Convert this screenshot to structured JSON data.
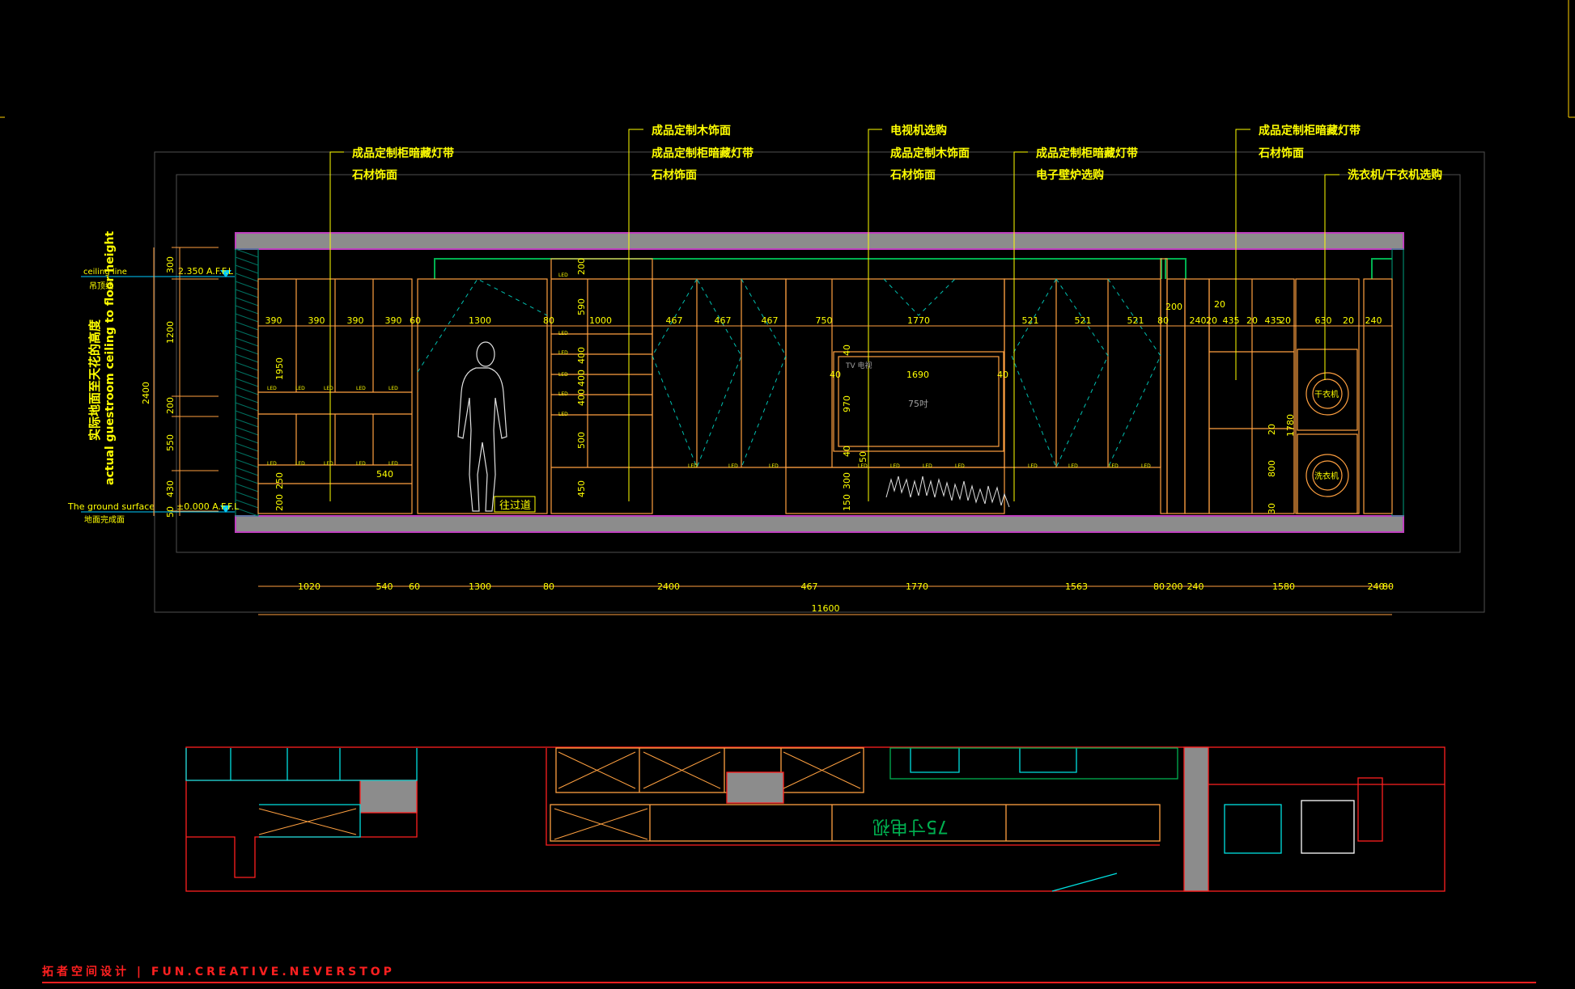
{
  "colors": {
    "background": "#000000",
    "annotation": "#ffff00",
    "cabinet": "#ffa040",
    "slab": "#8c8c8c",
    "slab_border": "#c040c0",
    "dimension": "#ffff00",
    "ceiling_marker": "#00ccff",
    "led_strip": "#00b050",
    "plan_line": "#ff2020",
    "plan_alt": "#00e0e0",
    "footer": "#ff2020"
  },
  "callouts": [
    {
      "id": "c1",
      "lines": [
        "成品定制柜暗藏灯带",
        "石材饰面"
      ]
    },
    {
      "id": "c2",
      "lines": [
        "成品定制木饰面",
        "成品定制柜暗藏灯带",
        "石材饰面"
      ]
    },
    {
      "id": "c3",
      "lines": [
        "电视机选购",
        "成品定制木饰面",
        "石材饰面"
      ]
    },
    {
      "id": "c4",
      "lines": [
        "成品定制柜暗藏灯带",
        "电子壁炉选购"
      ]
    },
    {
      "id": "c5",
      "lines": [
        "成品定制柜暗藏灯带",
        "石材饰面"
      ]
    },
    {
      "id": "c6",
      "lines": [
        "洗衣机/干衣机选购"
      ]
    }
  ],
  "levels": {
    "ceiling_label_en": "ceiling line",
    "ceiling_label_cn": "吊顶线",
    "ceiling_value": "2.350 A.F.F.L",
    "ground_label_en": "The ground surface",
    "ground_label_cn": "地面完成面",
    "ground_value": "±0.000 A.F.F.L",
    "vertical_cn": "实际地面至天花的高度",
    "vertical_en": "actual guestroom ceiling to floor height"
  },
  "left_dims": [
    "300",
    "1200",
    "200",
    "550",
    "430",
    "50"
  ],
  "left_total": "2400",
  "top_dims": [
    "390",
    "390",
    "390",
    "390",
    "60",
    "1300",
    "80",
    "1000",
    "467",
    "467",
    "467",
    "750",
    "1770",
    "521",
    "521",
    "521",
    "80",
    "240",
    "20",
    "435",
    "20",
    "435",
    "20",
    "630",
    "20",
    "240"
  ],
  "bottom_dims": [
    "1020",
    "540",
    "60",
    "1300",
    "80",
    "2400",
    "467",
    "1770",
    "1563",
    "80",
    "200",
    "240",
    "1580",
    "240",
    "80"
  ],
  "total_width": "11600",
  "inner_dims": {
    "left_cab": [
      "1950",
      "250",
      "200",
      "540"
    ],
    "shelf": [
      "200",
      "590",
      "400",
      "400",
      "400",
      "500",
      "450"
    ],
    "tv": [
      "40",
      "1690",
      "40",
      "970",
      "50",
      "300",
      "150",
      "40",
      "40"
    ],
    "right": [
      "200",
      "20",
      "1780",
      "800",
      "20",
      "30"
    ]
  },
  "labels": {
    "passage": "往过道",
    "tv_label": "TV 电视",
    "tv_size": "75吋",
    "dryer": "干衣机",
    "washer": "洗衣机",
    "plan_tv": "75寸电视",
    "led": "LED"
  },
  "footer": {
    "brand": "拓者空间设计",
    "slogan": "FUN.CREATIVE.NEVERSTOP"
  }
}
